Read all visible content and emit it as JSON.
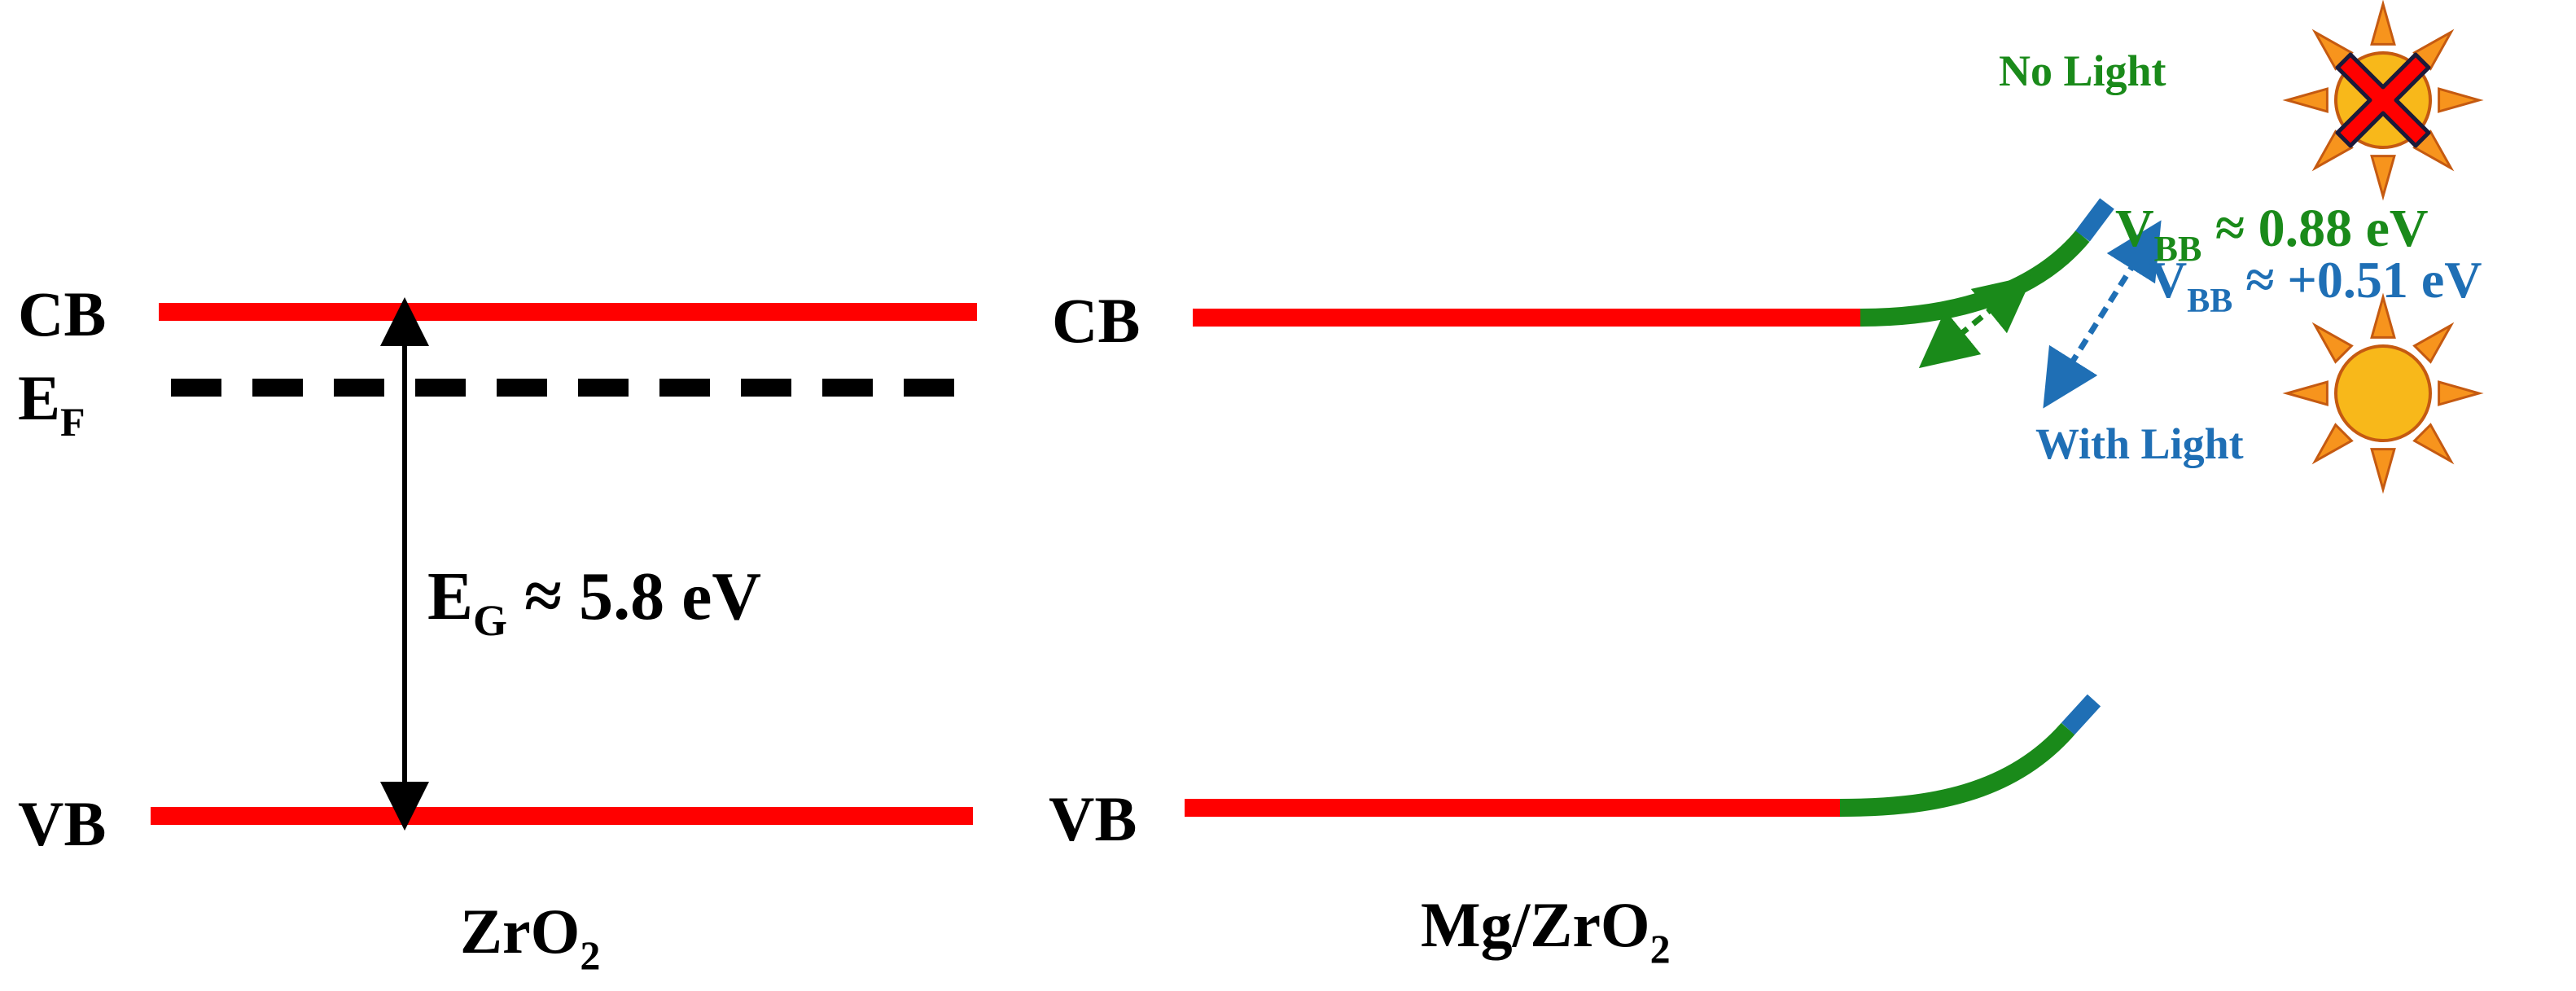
{
  "colors": {
    "band": "#ff0000",
    "dark": "#1a8a1a",
    "light": "#1f6fb5",
    "black": "#000000",
    "sun_fill": "#f8b81a",
    "sun_ray": "#f7941d",
    "sun_outline": "#c55a11",
    "cross": "#ff0000"
  },
  "panel_left": {
    "cb_label": "CB",
    "ef_label": "E",
    "ef_sub": "F",
    "vb_label": "VB",
    "gap_label": "E",
    "gap_sub": "G",
    "gap_value": " ≈ 5.8 eV",
    "material_main": "ZrO",
    "material_sub": "2"
  },
  "panel_right": {
    "cb_label": "CB",
    "vb_label": "VB",
    "material_main": "Mg/ZrO",
    "material_sub": "2"
  },
  "annotations": {
    "no_light": "No Light",
    "with_light": "With Light",
    "vbb_dark_main": "V",
    "vbb_dark_sub": "BB",
    "vbb_dark_value": " ≈ 0.88 eV",
    "vbb_light_main": "V",
    "vbb_light_sub": "BB",
    "vbb_light_value": " ≈ +0.51 eV"
  },
  "icons": {
    "sun_crossed": "sun-crossed-icon",
    "sun": "sun-icon"
  }
}
